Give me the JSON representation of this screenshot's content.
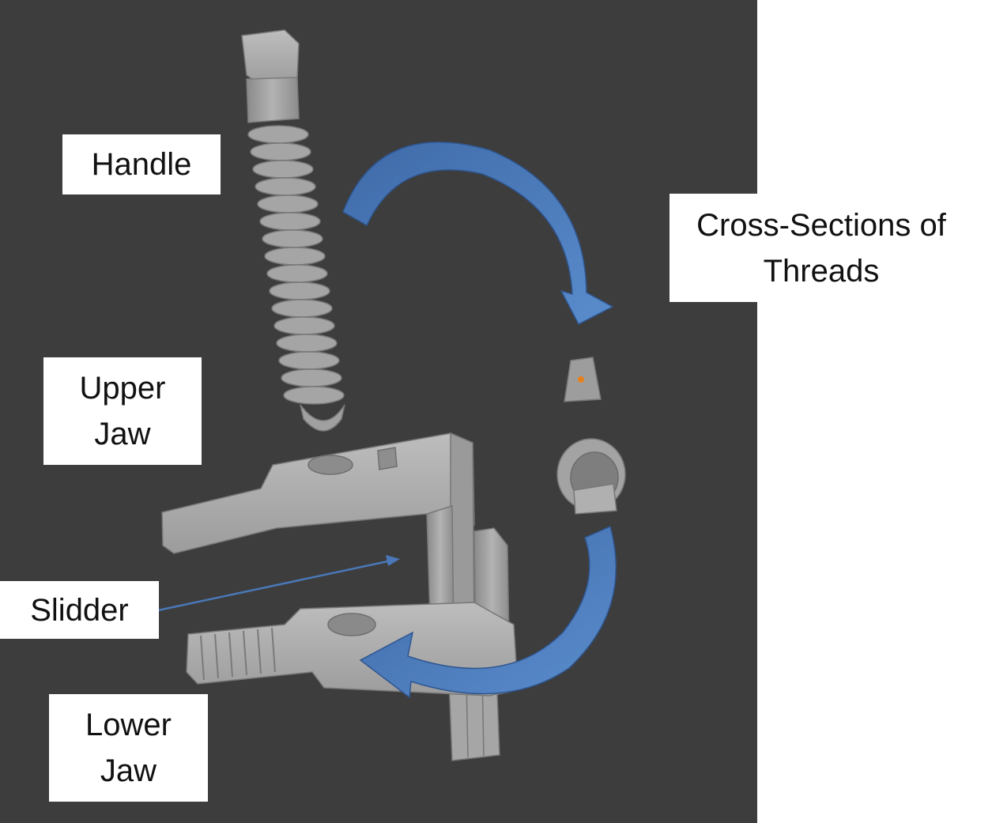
{
  "labels": {
    "handle": "Handle",
    "upper_jaw": "Upper\nJaw",
    "slidder": "Slidder",
    "lower_jaw": "Lower\nJaw",
    "cross_sections": "Cross-Sections of\nThreads"
  },
  "colors": {
    "viewport_bg": "#3d3d3d",
    "part_gray": "#9a9a9a",
    "arrow_blue": "#4a78b8",
    "pointer_dot": "#e8801a"
  }
}
